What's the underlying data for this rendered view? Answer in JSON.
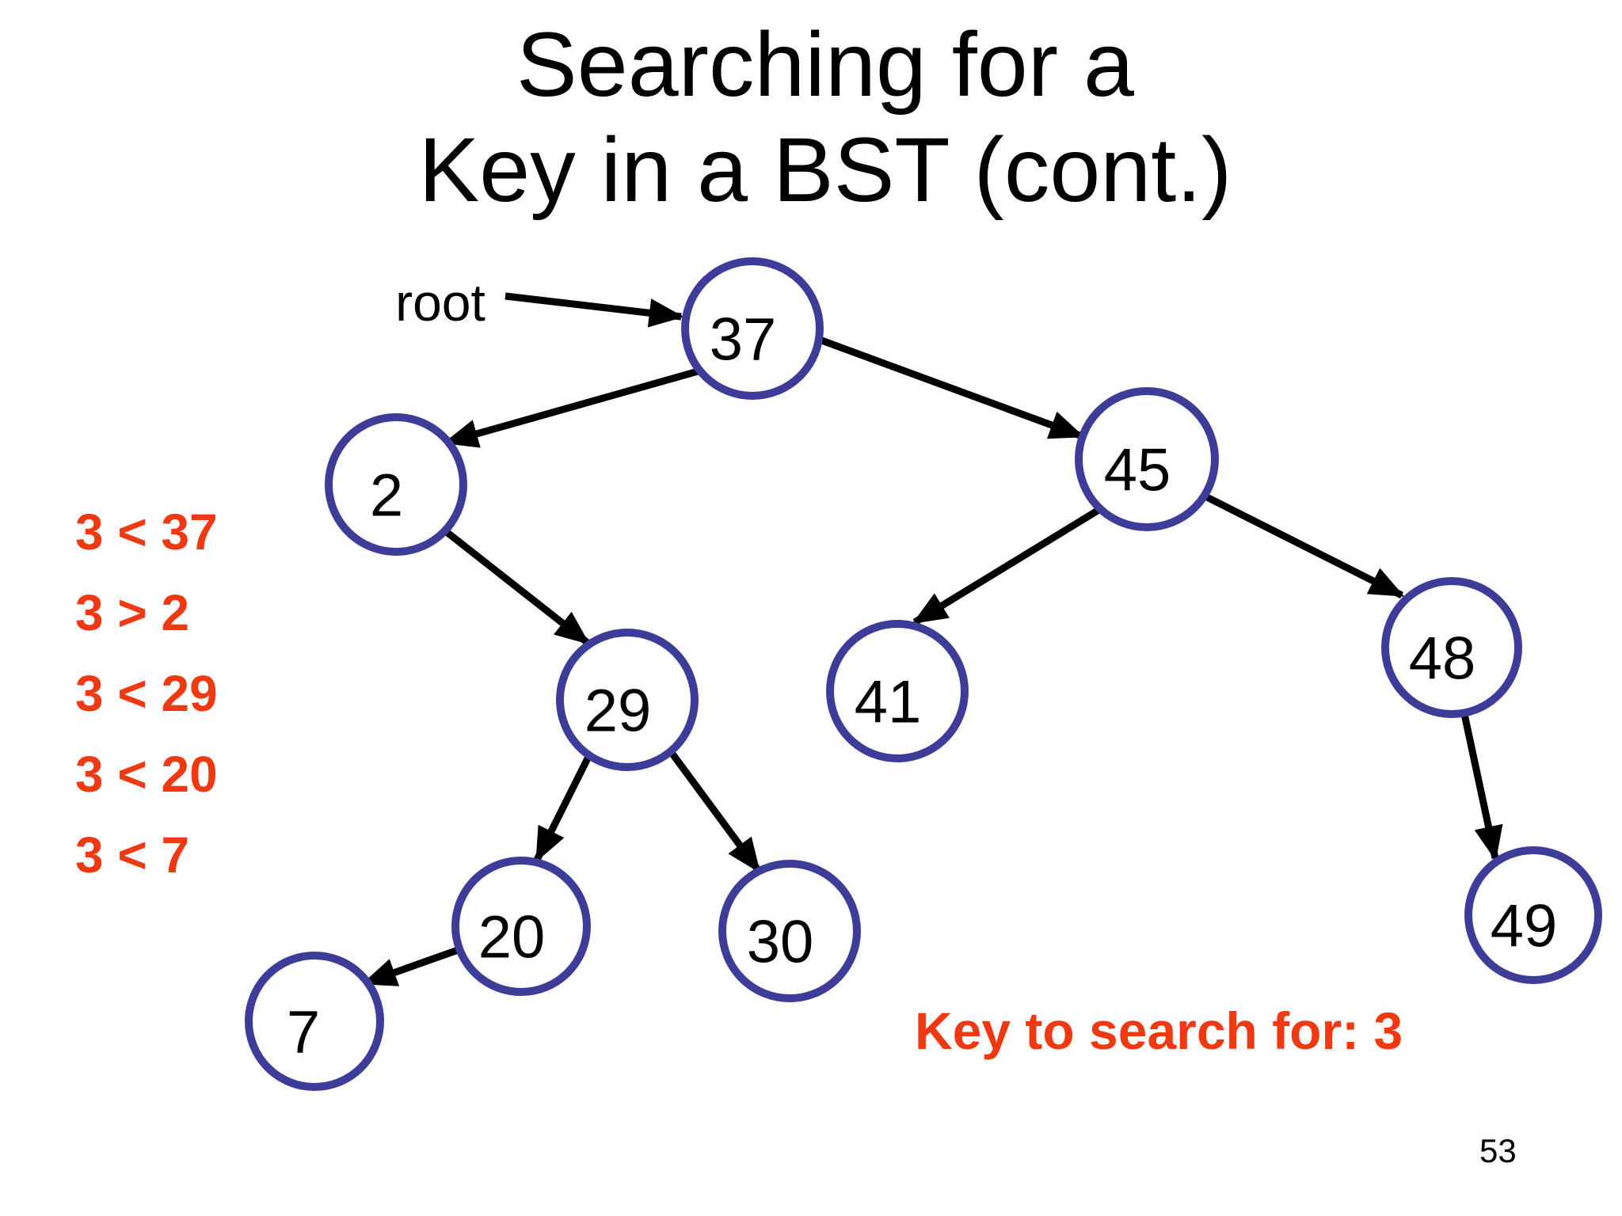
{
  "slide": {
    "title": {
      "line1": "Searching for a",
      "line2": "Key in a BST (cont.)"
    },
    "page_number": "53"
  },
  "diagram": {
    "root_pointer_label": "root",
    "nodes": [
      {
        "value": "37"
      },
      {
        "value": "2"
      },
      {
        "value": "45"
      },
      {
        "value": "29"
      },
      {
        "value": "41"
      },
      {
        "value": "48"
      },
      {
        "value": "20"
      },
      {
        "value": "30"
      },
      {
        "value": "49"
      },
      {
        "value": "7"
      }
    ],
    "edges": [
      {
        "from": "root",
        "to": "37"
      },
      {
        "from": "37",
        "to": "2"
      },
      {
        "from": "37",
        "to": "45"
      },
      {
        "from": "2",
        "to": "29"
      },
      {
        "from": "45",
        "to": "41"
      },
      {
        "from": "45",
        "to": "48"
      },
      {
        "from": "29",
        "to": "20"
      },
      {
        "from": "29",
        "to": "30"
      },
      {
        "from": "20",
        "to": "7"
      },
      {
        "from": "48",
        "to": "49"
      }
    ]
  },
  "search_trace": {
    "comparisons": [
      "3 < 37",
      "3 > 2",
      "3 < 29",
      "3 < 20",
      "3 < 7"
    ],
    "key_prompt": "Key to search for: 3"
  },
  "colors": {
    "node_border": "#3e3c99",
    "highlight": "#ee3912",
    "arrow": "#000000",
    "text": "#000000",
    "background": "#ffffff"
  }
}
